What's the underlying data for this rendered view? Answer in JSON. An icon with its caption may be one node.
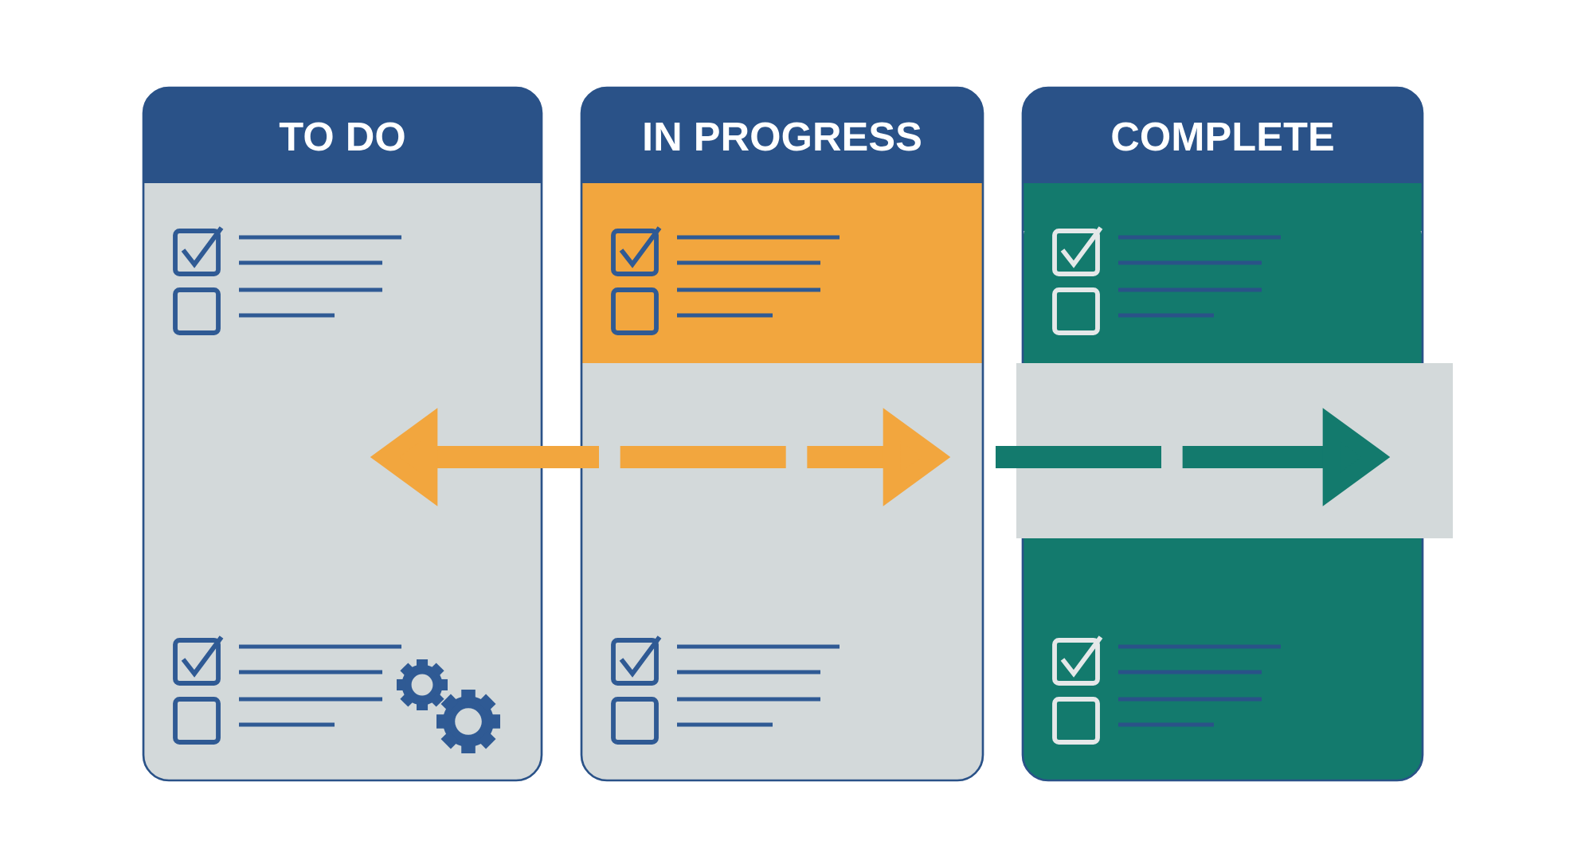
{
  "diagram": {
    "nodes": [
      {
        "text": [
          "TO DO"
        ]
      },
      {
        "text": [
          "IN PROGRESS"
        ]
      },
      {
        "text": [
          "COMPLETE"
        ]
      }
    ]
  }
}
